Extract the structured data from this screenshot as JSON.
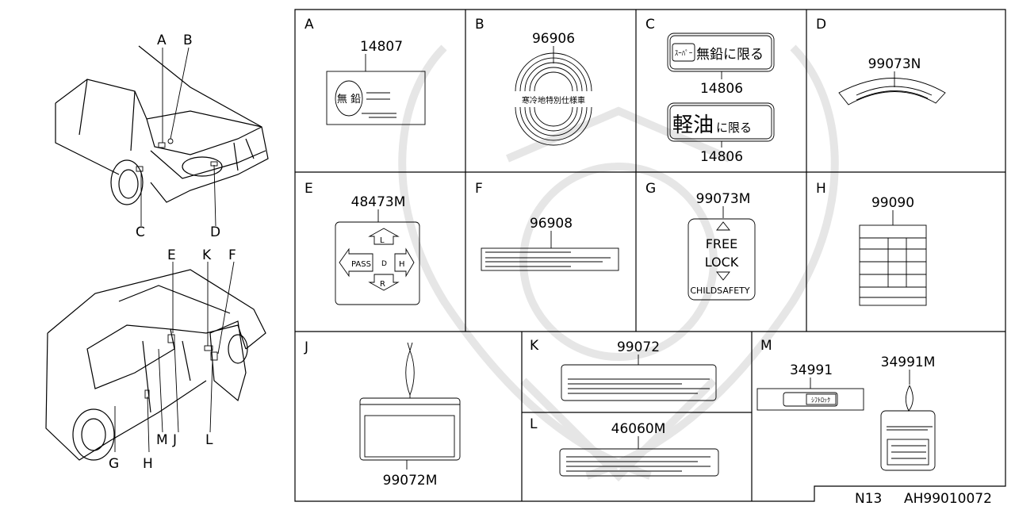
{
  "callouts": [
    "A",
    "B",
    "C",
    "D",
    "E",
    "K",
    "F",
    "M",
    "J",
    "L",
    "G",
    "H"
  ],
  "cells": {
    "A": {
      "letter": "A",
      "part": "14807",
      "text": "無 鉛"
    },
    "B": {
      "letter": "B",
      "part": "96906",
      "text": "寒冷地特別仕様車"
    },
    "C": {
      "letter": "C",
      "part_top": "14806",
      "part_bottom": "14806",
      "text_top": "無鉛に限る",
      "badge_top": "ｽｰﾊﾟｰ",
      "text_bottom_big": "軽油",
      "text_bottom_small": "に限る"
    },
    "D": {
      "letter": "D",
      "part": "99073N"
    },
    "E": {
      "letter": "E",
      "part": "48473M",
      "pass": "PASS",
      "d": "D",
      "l": "L",
      "h": "H",
      "r": "R"
    },
    "F": {
      "letter": "F",
      "part": "96908"
    },
    "G": {
      "letter": "G",
      "part": "99073M",
      "free": "FREE",
      "lock": "LOCK",
      "child": "CHILDSAFETY"
    },
    "H": {
      "letter": "H",
      "part": "99090"
    },
    "J": {
      "letter": "J",
      "part": "99072M"
    },
    "K": {
      "letter": "K",
      "part": "99072"
    },
    "L": {
      "letter": "L",
      "part": "46060M"
    },
    "M": {
      "letter": "M",
      "part_left": "34991",
      "part_right": "34991M",
      "shift_lock": "ｼﾌﾄﾛｯｸ"
    }
  },
  "footer": {
    "model": "N13",
    "code": "AH99010072"
  }
}
